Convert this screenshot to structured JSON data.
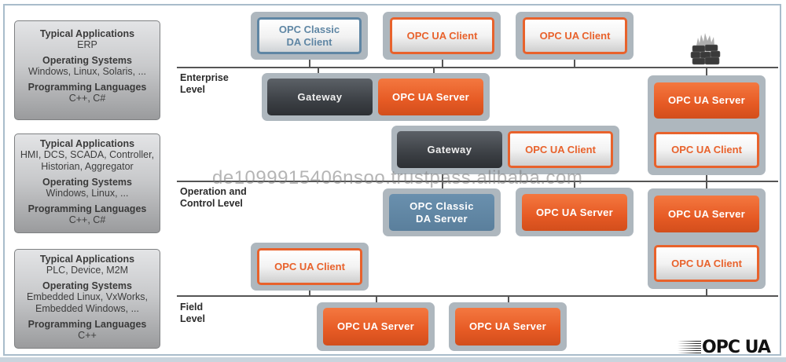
{
  "diagram": {
    "title": "OPC UA system architecture",
    "logo_text": "OPC UA",
    "watermark": "de1099915406nsoo.trustpass.alibaba.com",
    "colors": {
      "ua_orange": "#e8622c",
      "classic_blue": "#5f86a4",
      "gateway_dark": "#3c4045",
      "group_gray": "#aeb7be",
      "frame_blue": "#a9bccb"
    },
    "info_panels": [
      {
        "level": "enterprise",
        "apps_heading": "Typical Applications",
        "apps": "ERP",
        "os_heading": "Operating Systems",
        "os": "Windows, Linux, Solaris, ...",
        "lang_heading": "Programming Languages",
        "lang": "C++, C#"
      },
      {
        "level": "operation",
        "apps_heading": "Typical Applications",
        "apps_line1": "HMI, DCS, SCADA, Controller,",
        "apps_line2": "Historian, Aggregator",
        "os_heading": "Operating Systems",
        "os": "Windows, Linux, ...",
        "lang_heading": "Programming Languages",
        "lang": "C++, C#"
      },
      {
        "level": "field",
        "apps_heading": "Typical Applications",
        "apps": "PLC, Device, M2M",
        "os_heading": "Operating Systems",
        "os_line1": "Embedded Linux, VxWorks,",
        "os_line2": "Embedded Windows, ...",
        "lang_heading": "Programming Languages",
        "lang": "C++"
      }
    ],
    "levels": [
      {
        "line1": "Enterprise",
        "line2": "Level"
      },
      {
        "line1": "Operation and",
        "line2": "Control Level"
      },
      {
        "line1": "Field",
        "line2": "Level"
      }
    ],
    "nodes": {
      "top_classic_client": {
        "line1": "OPC Classic",
        "line2": "DA Client"
      },
      "top_ua_client_1": "OPC UA Client",
      "top_ua_client_2": "OPC UA Client",
      "ent_gateway": "Gateway",
      "ent_ua_server": "OPC UA Server",
      "mid_gateway": "Gateway",
      "mid_ua_client": "OPC UA Client",
      "right_top_ua_server": "OPC UA Server",
      "right_top_ua_client": "OPC UA Client",
      "op_classic_server": {
        "line1": "OPC Classic",
        "line2": "DA Server"
      },
      "op_ua_server": "OPC UA Server",
      "right_bottom_ua_server": "OPC UA Server",
      "right_bottom_ua_client": "OPC UA Client",
      "field_ua_client": "OPC UA Client",
      "field_ua_server_1": "OPC UA Server",
      "field_ua_server_2": "OPC UA Server"
    },
    "firewall_icon": "firewall-icon"
  }
}
